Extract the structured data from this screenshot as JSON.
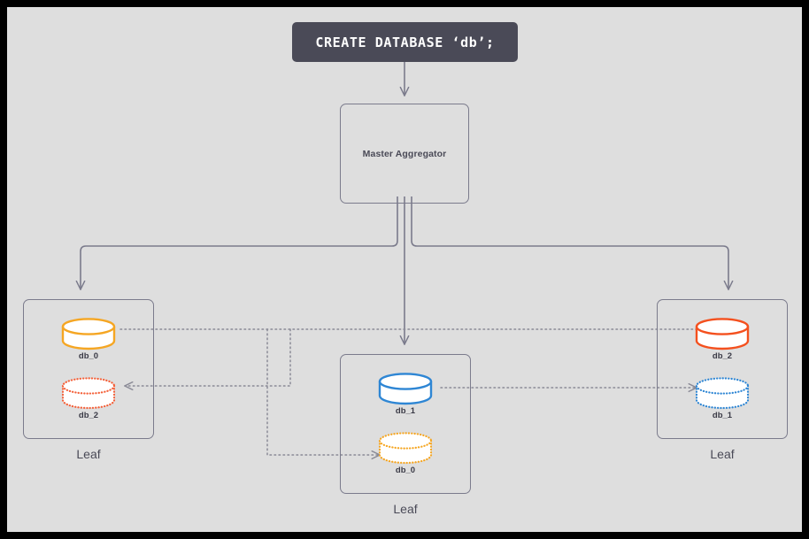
{
  "diagram": {
    "title_command": "CREATE DATABASE 'db';",
    "background_color": "#dedede",
    "frame_color": "#000000",
    "connector_color": "#7b7b8c",
    "dotted_color": "#8a8a96"
  },
  "sql": {
    "text": "CREATE DATABASE ‘db’;",
    "background": "#4a4a57",
    "text_color": "#ffffff"
  },
  "master": {
    "label": "Master Aggregator"
  },
  "leaves": [
    {
      "id": "leaf-left",
      "label": "Leaf",
      "databases": [
        {
          "name": "db_0",
          "style": "solid",
          "color": "#f5a623",
          "fill": "#fdf0dc",
          "role": "master-partition"
        },
        {
          "name": "db_2",
          "style": "dotted",
          "color": "#f4613a",
          "fill": "#fbe0d6",
          "role": "replica-partition"
        }
      ]
    },
    {
      "id": "leaf-mid",
      "label": "Leaf",
      "databases": [
        {
          "name": "db_1",
          "style": "solid",
          "color": "#2e86d4",
          "fill": "#dbe9f6",
          "role": "master-partition"
        },
        {
          "name": "db_0",
          "style": "dotted",
          "color": "#f5a623",
          "fill": "#fdeecd",
          "role": "replica-partition"
        }
      ]
    },
    {
      "id": "leaf-right",
      "label": "Leaf",
      "databases": [
        {
          "name": "db_2",
          "style": "solid",
          "color": "#f4501e",
          "fill": "#fbded3",
          "role": "master-partition"
        },
        {
          "name": "db_1",
          "style": "dotted",
          "color": "#2e86d4",
          "fill": "#d9e9f7",
          "role": "replica-partition"
        }
      ]
    }
  ],
  "replication_links": [
    {
      "from": "leaf-left.db_0",
      "to": "leaf-right.db_2",
      "style": "dotted"
    },
    {
      "from": "leaf-mid.db_1",
      "to": "leaf-right.db_1",
      "style": "dotted",
      "arrow": true
    },
    {
      "from": "leaf-right.db_2",
      "to": "leaf-left.db_2",
      "style": "dotted",
      "arrow": true
    },
    {
      "from": "leaf-left.db_0",
      "to": "leaf-mid.db_0",
      "style": "dotted",
      "arrow": true
    }
  ],
  "distribution_links": [
    {
      "from": "master",
      "to": "leaf-left",
      "arrow": true
    },
    {
      "from": "master",
      "to": "leaf-mid",
      "arrow": true
    },
    {
      "from": "master",
      "to": "leaf-right",
      "arrow": true
    },
    {
      "from": "sql",
      "to": "master",
      "arrow": true
    }
  ]
}
